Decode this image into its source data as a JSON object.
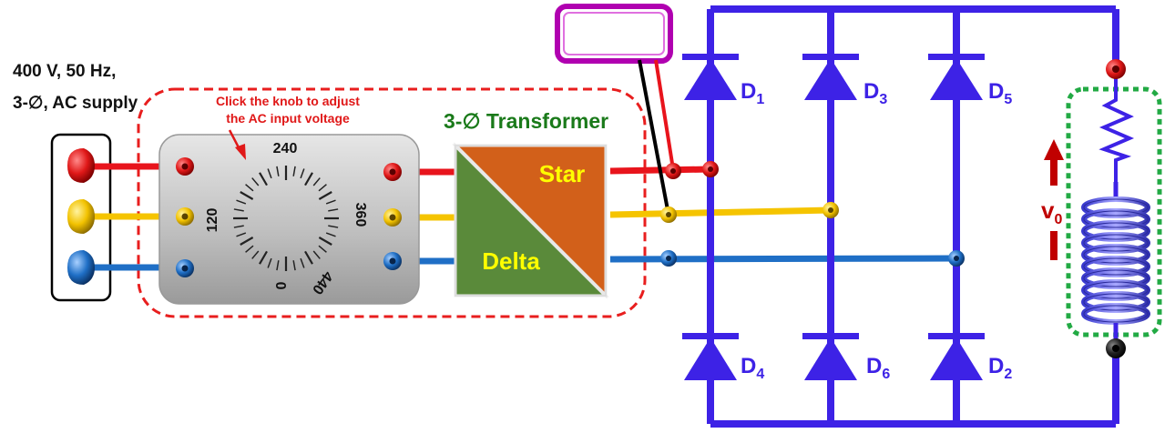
{
  "supply": {
    "line1": "400 V, 50 Hz,",
    "line2": "3-∅, AC supply"
  },
  "variac": {
    "hint_line1": "Click the knob to adjust",
    "hint_line2": "the AC input voltage",
    "dial_labels": {
      "top": "240",
      "left": "120",
      "right": "360",
      "bottom": "0",
      "bottom_right": "440"
    }
  },
  "transformer": {
    "title": "3-∅ Transformer",
    "star_label": "Star",
    "delta_label": "Delta"
  },
  "rectifier": {
    "diodes": [
      {
        "letter": "D",
        "sub": "1"
      },
      {
        "letter": "D",
        "sub": "3"
      },
      {
        "letter": "D",
        "sub": "5"
      },
      {
        "letter": "D",
        "sub": "4"
      },
      {
        "letter": "D",
        "sub": "6"
      },
      {
        "letter": "D",
        "sub": "2"
      }
    ]
  },
  "load": {
    "voltage_letter": "v",
    "voltage_sub": "0"
  },
  "colors": {
    "phase_r": "#e8141c",
    "phase_y": "#f5c400",
    "phase_b": "#1f6fc6",
    "bridge": "#3d22e6",
    "delta_fill": "#5a8a3a",
    "star_fill": "#d2601a",
    "variac_box": "#bdbdbd",
    "meter_border": "#b000b0",
    "variac_outline": "#e81e1e",
    "load_outline": "#22aa44",
    "title_green": "#1a7a1a"
  }
}
